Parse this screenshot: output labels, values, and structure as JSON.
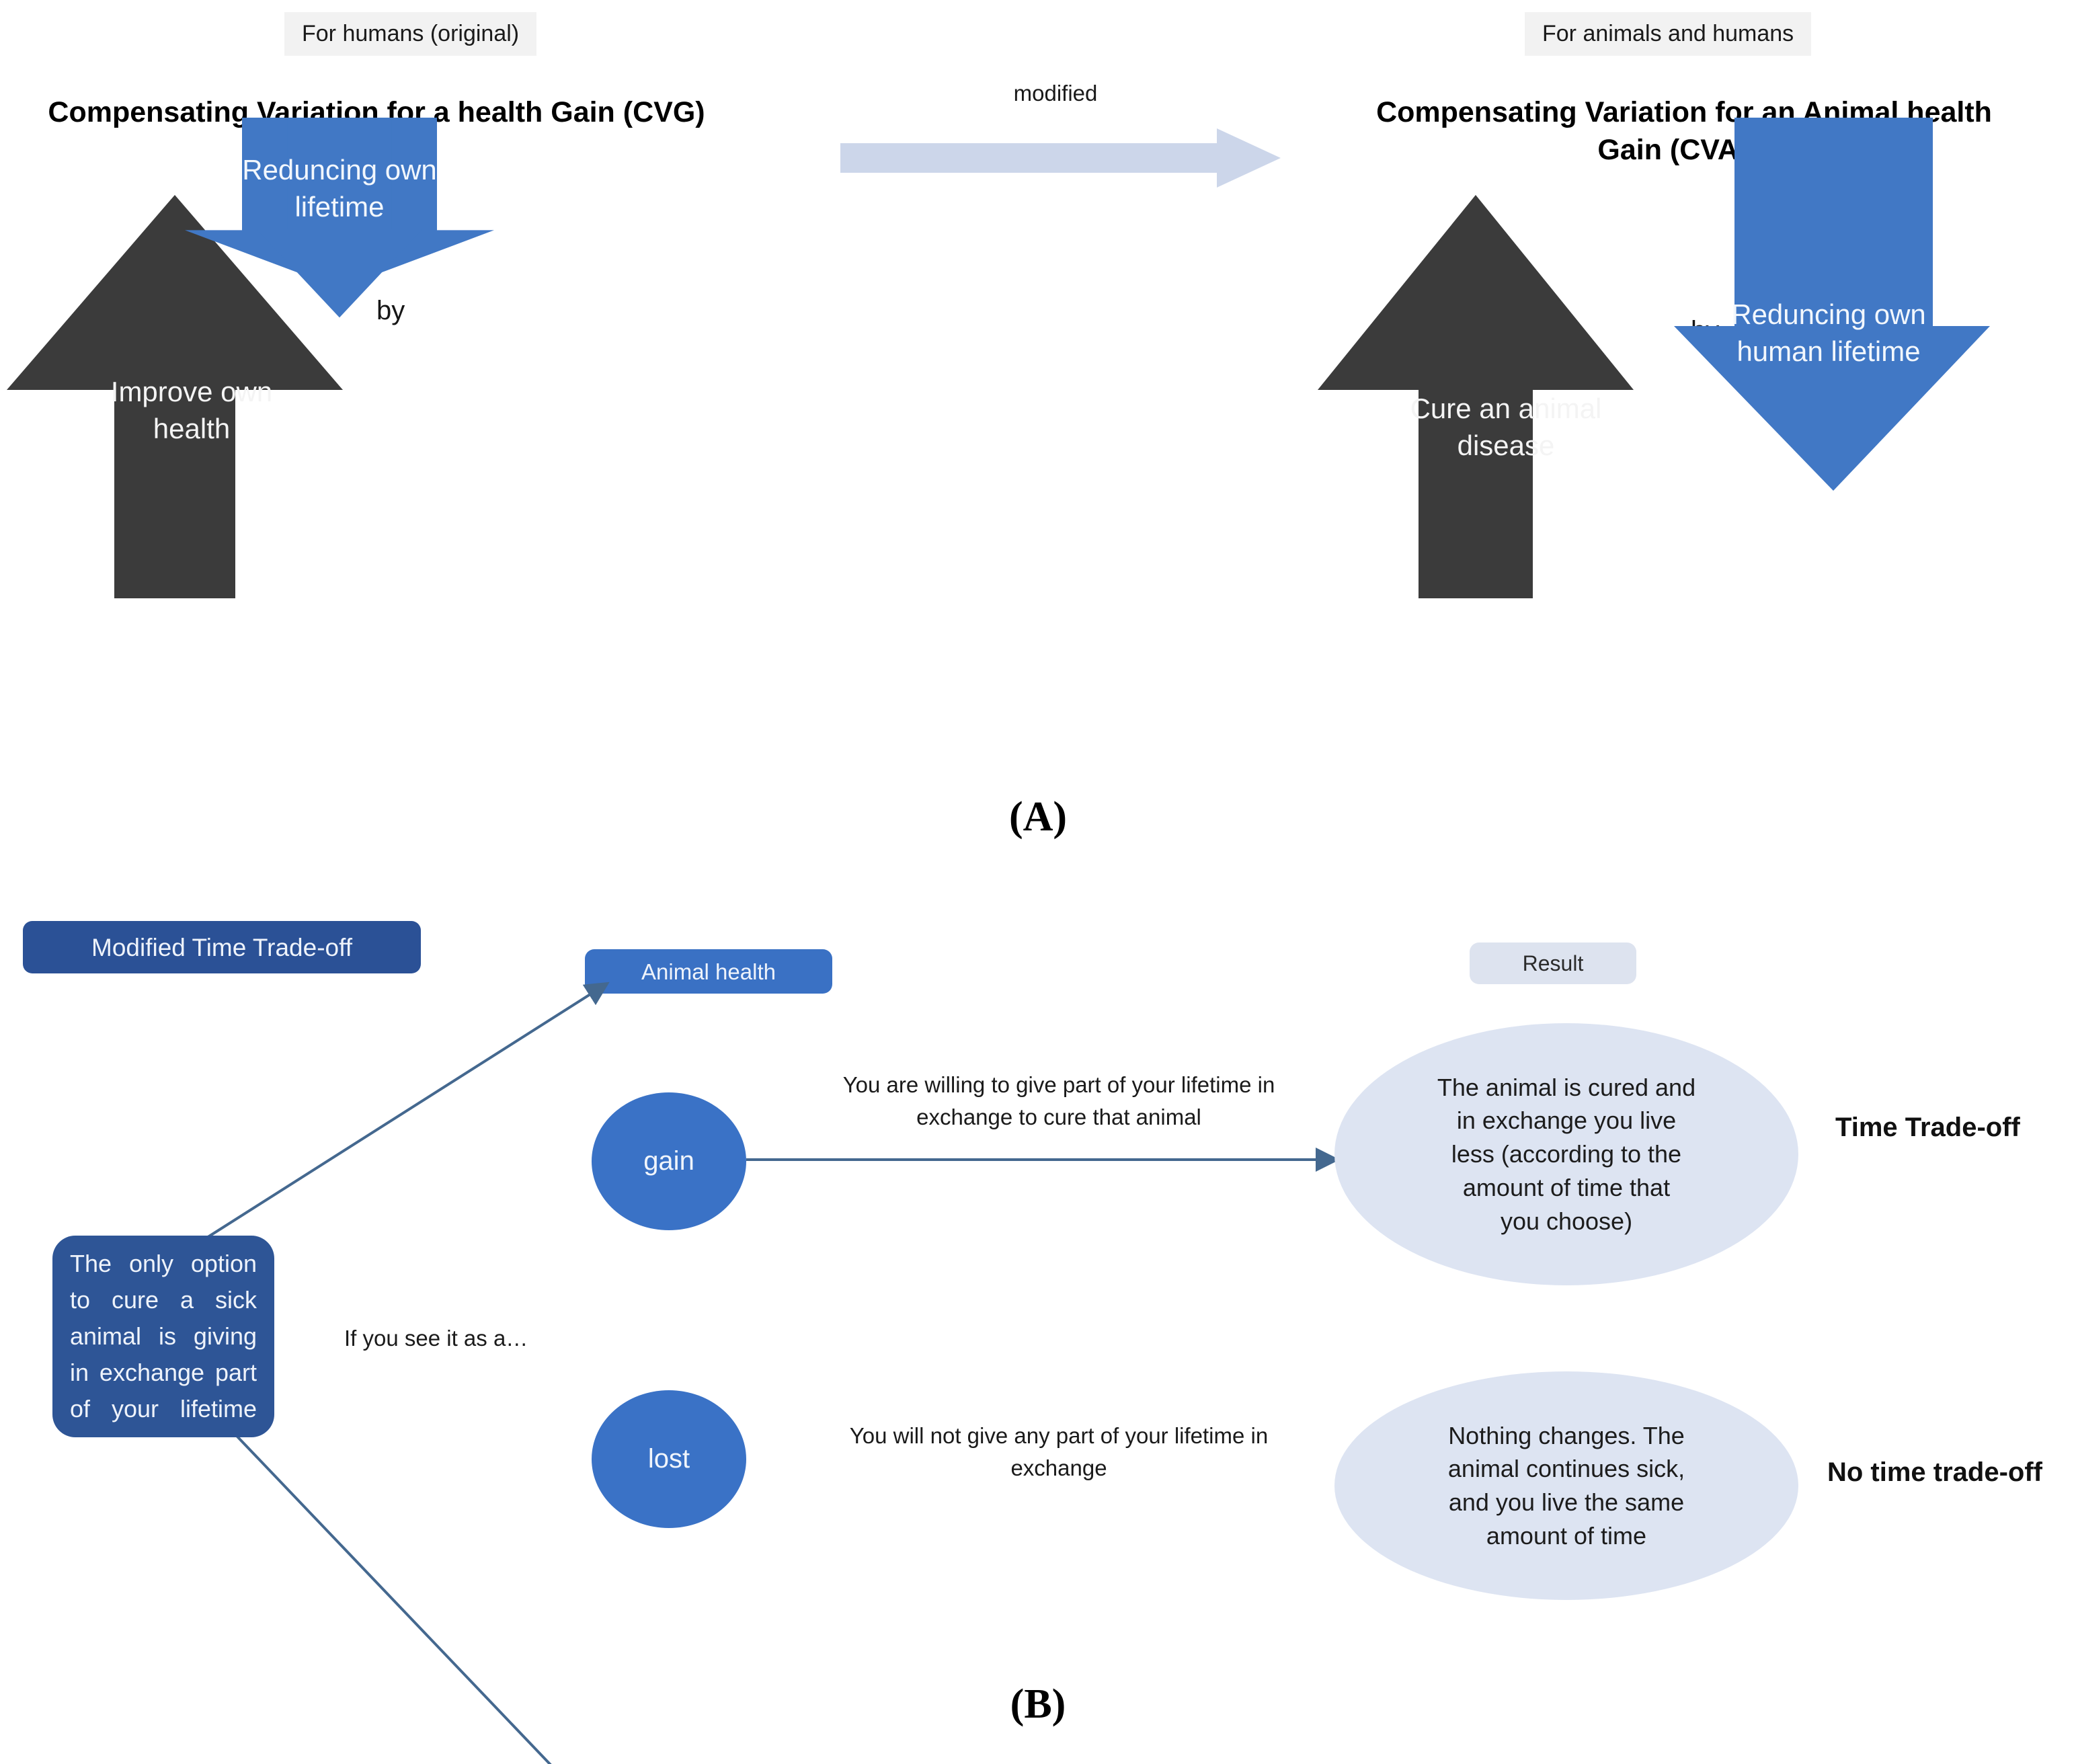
{
  "figure": {
    "panel_a_letter": "(A)",
    "panel_b_letter": "(B)"
  },
  "panel_a": {
    "left": {
      "tag": "For humans (original)",
      "title": "Compensating Variation for a health Gain (CVG)",
      "up_arrow_text": "Improve own health",
      "connector_word": "by",
      "down_arrow_text": "Reduncing own lifetime"
    },
    "middle": {
      "arrow_label": "modified",
      "arrow_icon": "right-arrow-icon",
      "arrow_color": "#ccd6ea"
    },
    "right": {
      "tag": "For animals and humans",
      "title": "Compensating Variation for an Animal health Gain (CVAG)",
      "up_arrow_text": "Cure an animal disease",
      "connector_word": "by",
      "down_arrow_text": "Reduncing own human lifetime"
    },
    "colors": {
      "up_arrow": "#3b3b3b",
      "down_arrow": "#4178c5"
    }
  },
  "panel_b": {
    "badges": {
      "method": "Modified Time Trade-off",
      "column_middle": "Animal health",
      "column_right": "Result"
    },
    "source_node": "The only option to cure a sick animal is giving in exchange part of your lifetime",
    "branch_label": "If you see it as a…",
    "branches": [
      {
        "node": "gain",
        "edge_label_line1": "You are willing to  give part of your lifetime in",
        "edge_label_line2": "exchange to cure that animal",
        "result_line1": "The animal is cured and",
        "result_line2": "in exchange you live",
        "result_line3": "less (according  to the",
        "result_line4": "amount of time that",
        "result_line5": "you choose)",
        "outcome": "Time Trade-off"
      },
      {
        "node": "lost",
        "edge_label_line1": "You will not give any part of your lifetime in",
        "edge_label_line2": "exchange",
        "result_line1": "Nothing changes. The",
        "result_line2": "animal continues sick,",
        "result_line3": "and you live the same",
        "result_line4": "amount of time",
        "result_line5": "",
        "outcome": "No time trade-off"
      }
    ],
    "colors": {
      "node": "#3a72c6",
      "source": "#2e5596",
      "result": "#dde4f2",
      "edge": "#44688f"
    }
  }
}
